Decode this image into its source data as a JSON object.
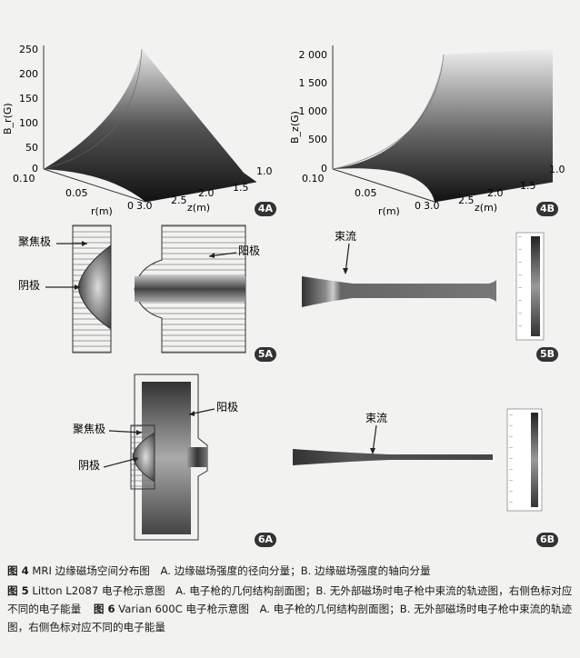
{
  "fig4a": {
    "ylabel": "B_r(G)",
    "yticks": [
      "250",
      "200",
      "150",
      "100",
      "50",
      "0"
    ],
    "rticks": [
      "0.10",
      "0.05",
      "0"
    ],
    "rlabel": "r(m)",
    "zticks": [
      "3.0",
      "2.5",
      "2.0",
      "1.5",
      "1.0"
    ],
    "zlabel": "z(m)",
    "badge": "4A"
  },
  "fig4b": {
    "ylabel": "B_z(G)",
    "yticks": [
      "2 000",
      "1 500",
      "1 000",
      "500",
      "0"
    ],
    "rticks": [
      "0.10",
      "0.05",
      "0"
    ],
    "rlabel": "r(m)",
    "zticks": [
      "3.0",
      "2.5",
      "2.0",
      "1.5",
      "1.0"
    ],
    "zlabel": "z(m)",
    "badge": "4B"
  },
  "fig5a": {
    "focus": "聚焦极",
    "cathode": "阴极",
    "anode": "阳极",
    "badge": "5A"
  },
  "fig5b": {
    "beam": "束流",
    "badge": "5B"
  },
  "fig6a": {
    "focus": "聚焦极",
    "cathode": "阴极",
    "anode": "阳极",
    "badge": "6A"
  },
  "fig6b": {
    "beam": "束流",
    "badge": "6B"
  },
  "captions": {
    "fig4_label": "图 4",
    "fig4_text": "MRI 边缘磁场空间分布图　A. 边缘磁场强度的径向分量；B. 边缘磁场强度的轴向分量",
    "fig5_label": "图 5",
    "fig5_text": "Litton L2087 电子枪示意图　A. 电子枪的几何结构剖面图；B. 无外部磁场时电子枪中束流的轨迹图，右侧色标对应不同的电子能量",
    "fig6_label": "图 6",
    "fig6_text": "Varian 600C 电子枪示意图　A. 电子枪的几何结构剖面图；B. 无外部磁场时电子枪中束流的轨迹图，右侧色标对应不同的电子能量"
  }
}
